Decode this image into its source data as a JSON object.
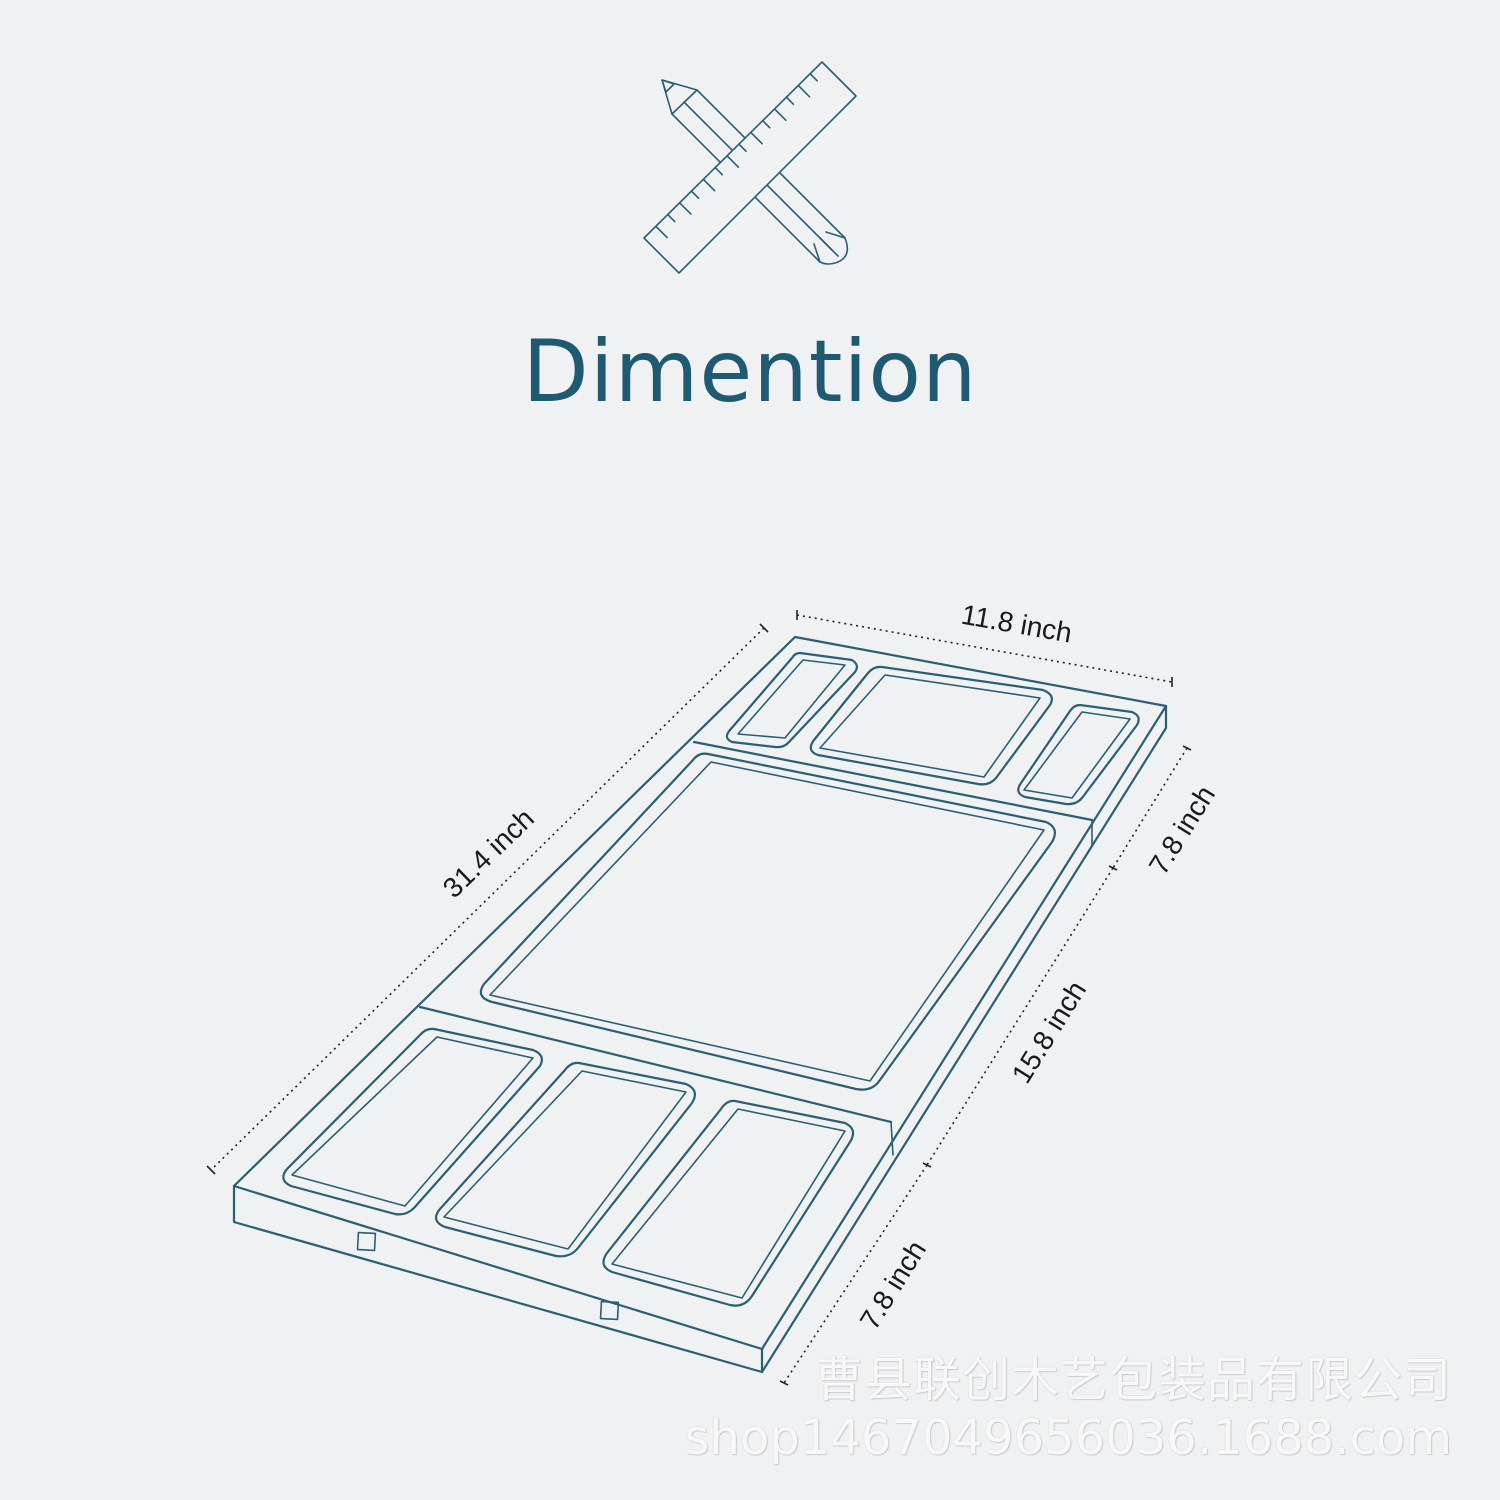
{
  "page": {
    "title": "Dimention",
    "icon": "pencil-ruler-icon",
    "accent_color": "#1f5a73",
    "line_color": "#2b5f72",
    "background_color": "#eff1f3"
  },
  "dimensions": {
    "top_width": "11.8 inch",
    "overall_length": "31.4 inch",
    "right_upper": "7.8 inch",
    "right_middle": "15.8 inch",
    "right_lower": "7.8 inch"
  },
  "watermark": {
    "company": "曹县联创木艺包装品有限公司",
    "url": "shop1467049656036.1688.com"
  }
}
